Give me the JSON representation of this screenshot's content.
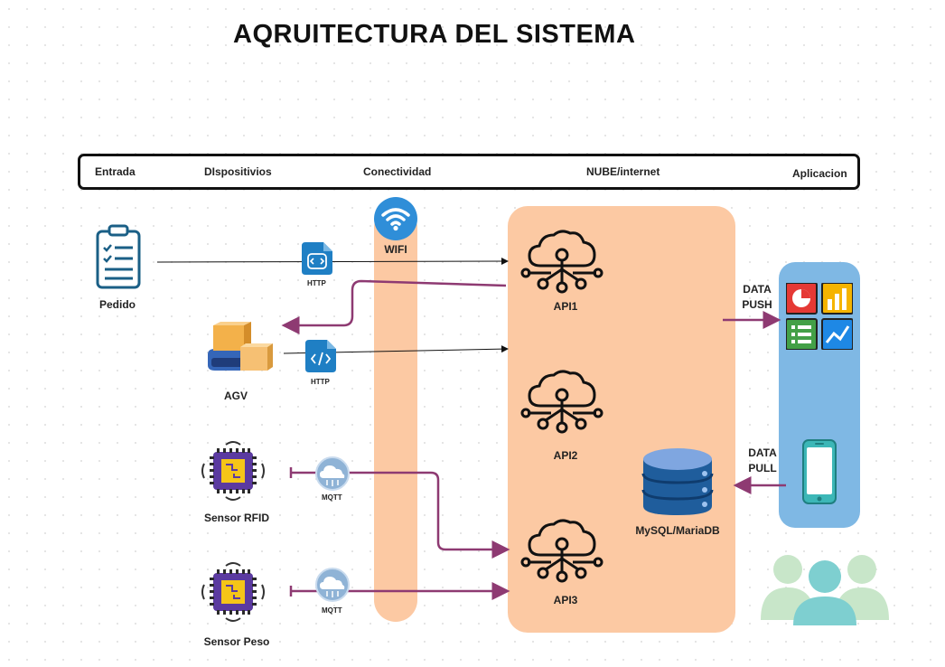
{
  "title": "AQRUITECTURA DEL SISTEMA",
  "header": {
    "entrada": "Entrada",
    "dispositivos": "DIspositivios",
    "conectividad": "Conectividad",
    "nube": "NUBE/internet",
    "aplicacion": "Aplicacion"
  },
  "devices": {
    "pedido": "Pedido",
    "agv": "AGV",
    "sensor_rfid": "Sensor RFID",
    "sensor_peso": "Sensor Peso"
  },
  "protocols": {
    "http_1": "HTTP",
    "http_2": "HTTP",
    "mqtt_1": "MQTT",
    "mqtt_2": "MQTT"
  },
  "wifi": "WIFI",
  "apis": {
    "api1": "API1",
    "api2": "API2",
    "api3": "API3"
  },
  "database": "MySQL/MariaDB",
  "data_push": {
    "line1": "DATA",
    "line2": "PUSH"
  },
  "data_pull": {
    "line1": "DATA",
    "line2": "PULL"
  },
  "colors": {
    "band": "#fcc9a3",
    "app_panel": "#7fb8e4",
    "arrow_purple": "#8e3a72",
    "wifi_blue": "#2f8ed8",
    "db_blue": "#1f5d9c"
  }
}
